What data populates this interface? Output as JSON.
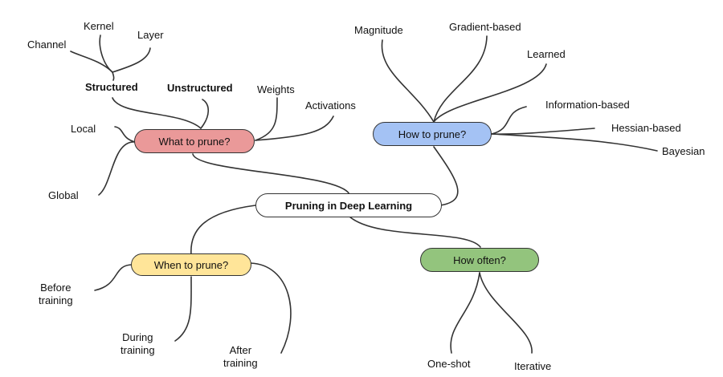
{
  "diagram": {
    "root": {
      "label": "Pruning in Deep Learning"
    },
    "branches": {
      "what": {
        "label": "What to prune?",
        "color": "#ea9999",
        "children": {
          "structured": "Structured",
          "unstructured": "Unstructured",
          "weights": "Weights",
          "activations": "Activations",
          "local": "Local",
          "global": "Global",
          "channel": "Channel",
          "kernel": "Kernel",
          "layer": "Layer"
        }
      },
      "how": {
        "label": "How to prune?",
        "color": "#a4c2f4",
        "children": {
          "magnitude": "Magnitude",
          "gradient": "Gradient-based",
          "learned": "Learned",
          "information": "Information-based",
          "hessian": "Hessian-based",
          "bayesian": "Bayesian"
        }
      },
      "when": {
        "label": "When to prune?",
        "color": "#ffe599",
        "children": {
          "before": "Before\ntraining",
          "during": "During\ntraining",
          "after": "After\ntraining"
        }
      },
      "often": {
        "label": "How often?",
        "color": "#93c47d",
        "children": {
          "oneshot": "One-shot",
          "iterative": "Iterative"
        }
      }
    },
    "root_color": "#ffffff",
    "line_color": "#333333"
  }
}
